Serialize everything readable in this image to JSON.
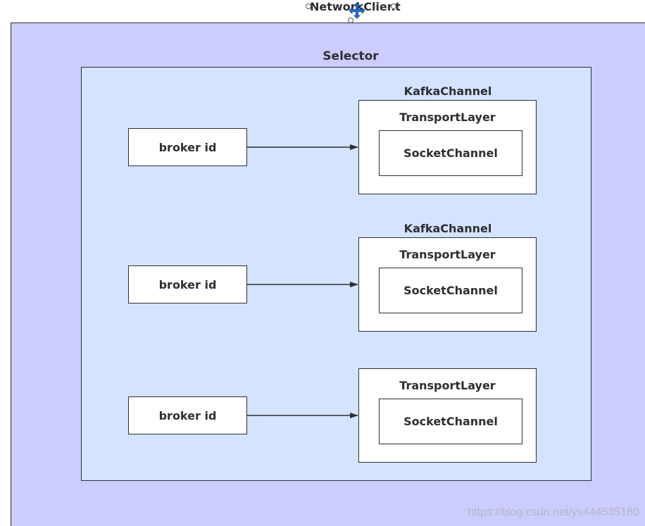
{
  "network_client": {
    "title": "NetworkClient"
  },
  "selector": {
    "title": "Selector"
  },
  "rows": [
    {
      "broker_label": "broker id",
      "channel_label": "KafkaChannel",
      "transport_label": "TransportLayer",
      "socket_label": "SocketChannel"
    },
    {
      "broker_label": "broker id",
      "channel_label": "KafkaChannel",
      "transport_label": "TransportLayer",
      "socket_label": "SocketChannel"
    },
    {
      "broker_label": "broker id",
      "channel_label": "",
      "transport_label": "TransportLayer",
      "socket_label": "SocketChannel"
    }
  ],
  "colors": {
    "outer_fill": "#ccccff",
    "inner_fill": "#d4e3ff",
    "stroke": "#2e2e33",
    "move_handle": "#1e6fd9"
  },
  "watermark": "https://blog.csdn.net/yx444535180"
}
